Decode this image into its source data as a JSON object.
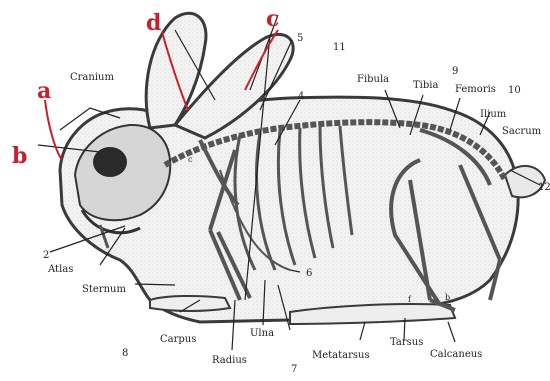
{
  "diagram": {
    "red_labels": {
      "a": "a",
      "b": "b",
      "c": "c",
      "d": "d"
    },
    "bone_labels": {
      "cranium": "Cranium",
      "atlas": "Atlas",
      "sternum": "Sternum",
      "carpus": "Carpus",
      "radius": "Radius",
      "ulna": "Ulna",
      "metatarsus": "Metatarsus",
      "tarsus": "Tarsus",
      "calcaneus": "Calcaneus",
      "fibula": "Fibula",
      "tibia": "Tibia",
      "femoris": "Femoris",
      "ilium": "Ilium",
      "sacrum": "Sacrum"
    },
    "numbers": {
      "n2": "2",
      "n4": "4",
      "n5": "5",
      "n6": "6",
      "n7": "7",
      "n8": "8",
      "n9": "9",
      "n10": "10",
      "n11": "11",
      "n12": "12"
    },
    "small_letters": {
      "f": "f",
      "b_small": "b",
      "c_small": "c"
    }
  },
  "colors": {
    "label_red": "#c8202a",
    "outline": "#3a3a3a",
    "bone": "#555555",
    "paper": "#ffffff"
  }
}
